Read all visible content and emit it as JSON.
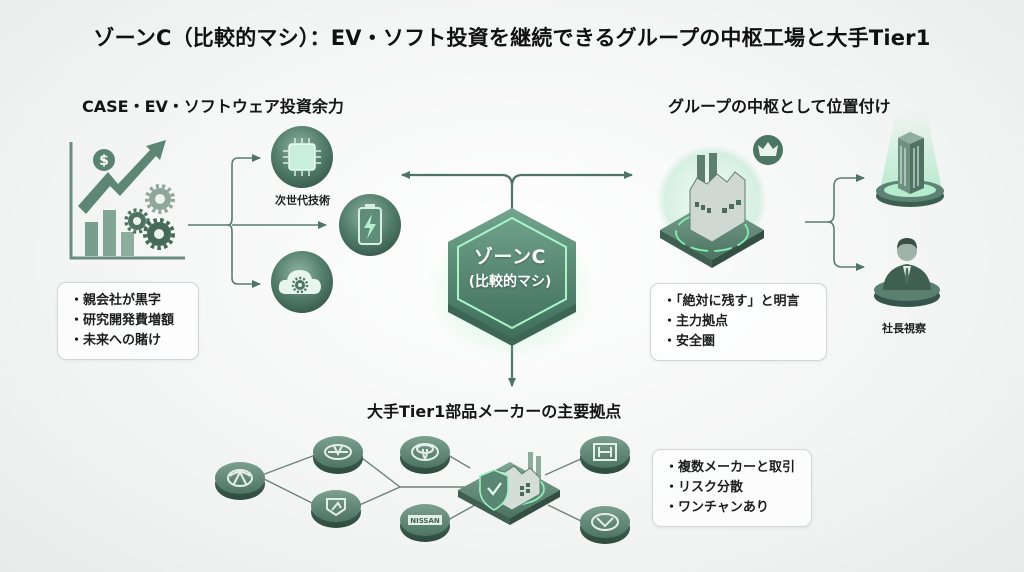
{
  "title": "ゾーンC（比較的マシ）：EV・ソフト投資を継続できるグループの中枢工場と大手Tier1",
  "colors": {
    "primary": "#4f7f6c",
    "primary_dark": "#36594b",
    "accent_glow": "#6fe0a0",
    "connector": "#5a7d70"
  },
  "center": {
    "icon": "hexagon-badge",
    "line1": "ゾーンC",
    "line2": "(比較的マシ)"
  },
  "left_section": {
    "title": "CASE・EV・ソフトウェア投資余力",
    "main_icon": "growth-chart-gears-icon",
    "branches": [
      {
        "icon": "chip-icon",
        "caption": "次世代技術"
      },
      {
        "icon": "battery-icon",
        "caption": ""
      },
      {
        "icon": "cloud-gear-icon",
        "caption": ""
      }
    ],
    "notes": [
      "親会社が黒字",
      "研究開発費増額",
      "未来への賭け"
    ]
  },
  "right_section": {
    "title": "グループの中枢として位置付け",
    "main_icon": "factory-crown-icon",
    "branches": [
      {
        "icon": "office-building-icon",
        "caption": ""
      },
      {
        "icon": "executive-icon",
        "caption": "社長視察"
      }
    ],
    "notes": [
      "「絶対に残す」と明言",
      "主力拠点",
      "安全圏"
    ]
  },
  "bottom_section": {
    "title": "大手Tier1部品メーカーの主要拠点",
    "hub_icon": "factory-shield-icon",
    "makers": [
      {
        "icon": "maker-emblem-1-icon",
        "label": ""
      },
      {
        "icon": "maker-emblem-2-icon",
        "label": ""
      },
      {
        "icon": "maker-emblem-3-icon",
        "label": ""
      },
      {
        "icon": "toyota-emblem-icon",
        "label": ""
      },
      {
        "icon": "nissan-emblem-icon",
        "label": "NISSAN"
      },
      {
        "icon": "honda-emblem-icon",
        "label": ""
      },
      {
        "icon": "mazda-emblem-icon",
        "label": ""
      }
    ],
    "notes": [
      "複数メーカーと取引",
      "リスク分散",
      "ワンチャンあり"
    ]
  }
}
